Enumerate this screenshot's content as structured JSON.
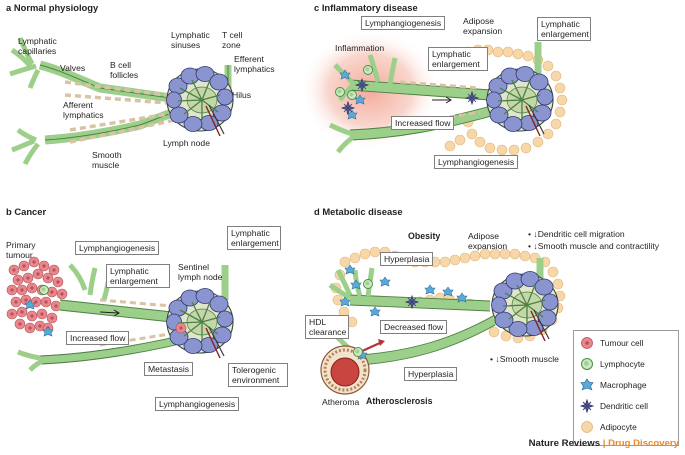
{
  "colors": {
    "vessel": "#9ccf8a",
    "vessel_dark": "#4f7f45",
    "node_blue": "#7c88c6",
    "adipocyte": "#f7d7a8",
    "tumour": "#e8878d",
    "inflammation": "#f5b7a8",
    "muscle": "#d9c3a4",
    "macrophage": "#58a9d8",
    "dendritic": "#5b5f9e",
    "atheroma": "#c8463f"
  },
  "panels": {
    "a": {
      "letter": "a",
      "title": "Normal physiology",
      "labels": {
        "capillaries": "Lymphatic capillaries",
        "valves": "Valves",
        "afferent": "Afferent lymphatics",
        "bcell": "B cell follicles",
        "sinuses": "Lymphatic sinuses",
        "tcell": "T cell zone",
        "efferent": "Efferent lymphatics",
        "hilus": "Hilus",
        "smooth": "Smooth muscle",
        "node": "Lymph node"
      }
    },
    "b": {
      "letter": "b",
      "title": "Cancer",
      "labels": {
        "primary": "Primary tumour",
        "lymphangio1": "Lymphangiogenesis",
        "enlargement": "Lymphatic enlargement",
        "sentinel": "Sentinel lymph node",
        "lymph_enl": "Lymphatic enlargement",
        "increased": "Increased flow",
        "metastasis": "Metastasis",
        "tolerogenic": "Tolerogenic environment",
        "lymphangio2": "Lymphangiogenesis"
      }
    },
    "c": {
      "letter": "c",
      "title": "Inflammatory disease",
      "labels": {
        "lymphangio1": "Lymphangiogenesis",
        "adipose": "Adipose expansion",
        "lymph_enl": "Lymphatic enlargement",
        "inflammation": "Inflammation",
        "enlargement": "Lymphatic enlargement",
        "increased": "Increased flow",
        "lymphangio2": "Lymphangiogenesis"
      }
    },
    "d": {
      "letter": "d",
      "title": "Metabolic disease",
      "labels": {
        "obesity": "Obesity",
        "adipose": "Adipose expansion",
        "bullet1": "↓Dendritic cell migration",
        "bullet2": "↓Smooth muscle and contractility",
        "hyperplasia1": "Hyperplasia",
        "hdl": "HDL clearance",
        "decreased": "Decreased flow",
        "smooth": "↓Smooth muscle",
        "hyperplasia2": "Hyperplasia",
        "atheroma": "Atheroma",
        "atherosclerosis": "Atherosclerosis"
      }
    }
  },
  "legend": [
    {
      "label": "Tumour cell",
      "icon": "tumour-cell-icon"
    },
    {
      "label": "Lymphocyte",
      "icon": "lymphocyte-icon"
    },
    {
      "label": "Macrophage",
      "icon": "macrophage-icon"
    },
    {
      "label": "Dendritic cell",
      "icon": "dendritic-cell-icon"
    },
    {
      "label": "Adipocyte",
      "icon": "adipocyte-icon"
    }
  ],
  "credit": {
    "journal": "Nature Reviews",
    "separator": "|",
    "section": "Drug Discovery"
  }
}
